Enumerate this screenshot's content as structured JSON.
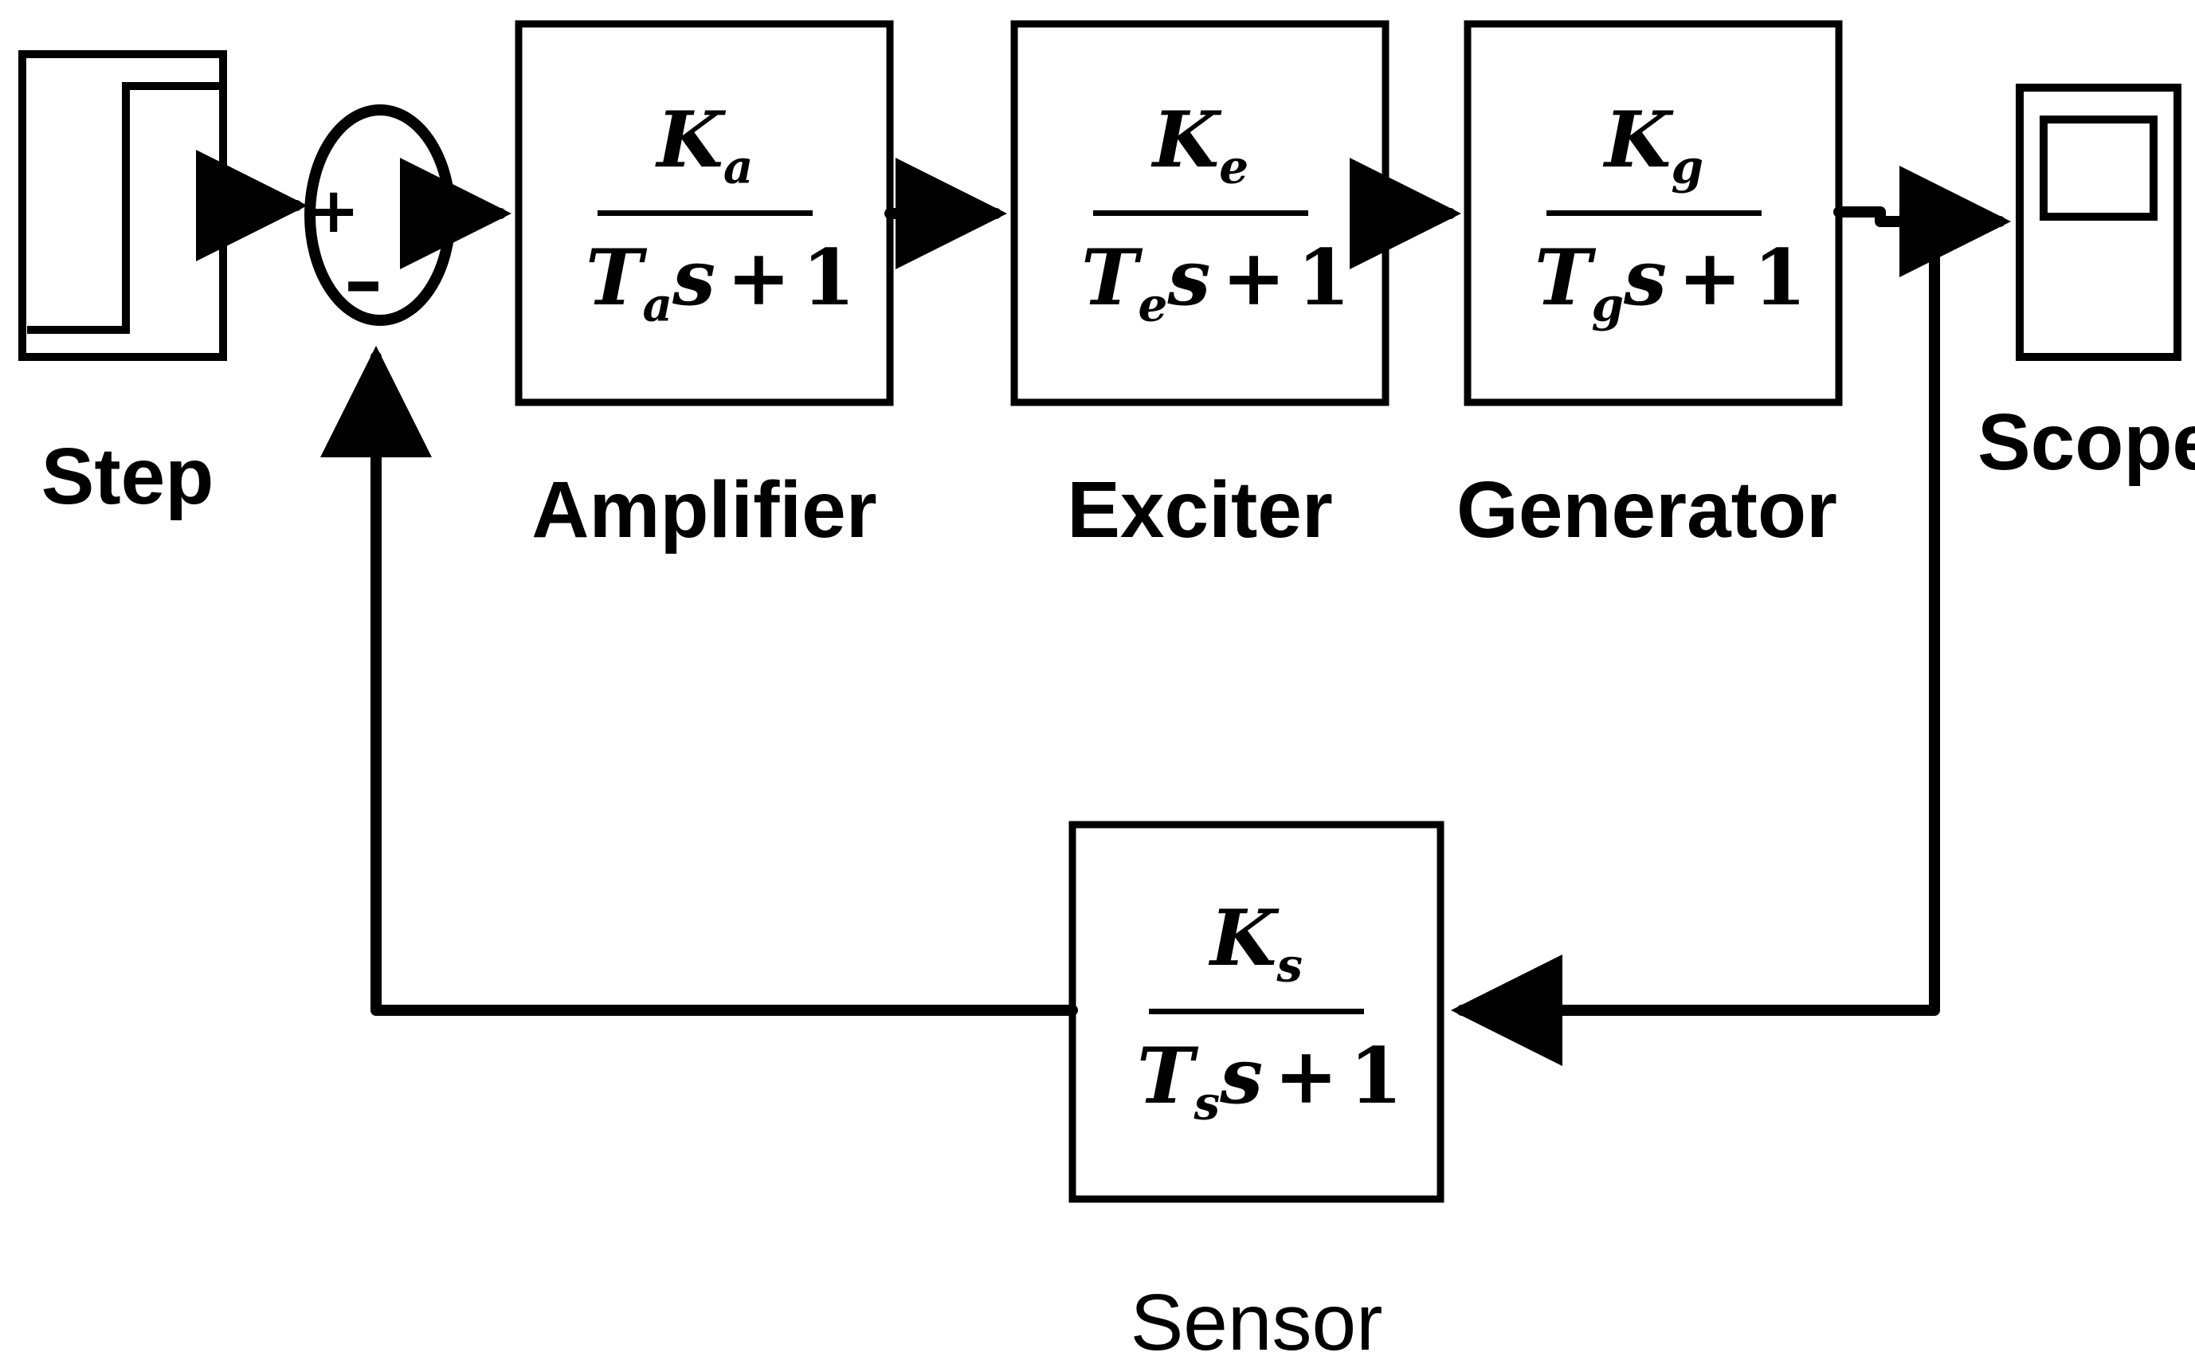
{
  "blocks": {
    "step": {
      "label": "Step"
    },
    "amplifier": {
      "label": "Amplifier",
      "gain": "K",
      "gain_sub": "a",
      "time_const": "T",
      "time_const_sub": "a",
      "s": "s",
      "plus": "+",
      "one": "1"
    },
    "exciter": {
      "label": "Exciter",
      "gain": "K",
      "gain_sub": "e",
      "time_const": "T",
      "time_const_sub": "e",
      "s": "s",
      "plus": "+",
      "one": "1"
    },
    "generator": {
      "label": "Generator",
      "gain": "K",
      "gain_sub": "g",
      "time_const": "T",
      "time_const_sub": "g",
      "s": "s",
      "plus": "+",
      "one": "1"
    },
    "sensor": {
      "label": "Sensor",
      "gain": "K",
      "gain_sub": "s",
      "time_const": "T",
      "time_const_sub": "s",
      "s": "s",
      "plus": "+",
      "one": "1"
    },
    "scope": {
      "label": "Scope"
    }
  },
  "summing_junction": {
    "plus_sign": "+",
    "minus_sign": "–"
  }
}
